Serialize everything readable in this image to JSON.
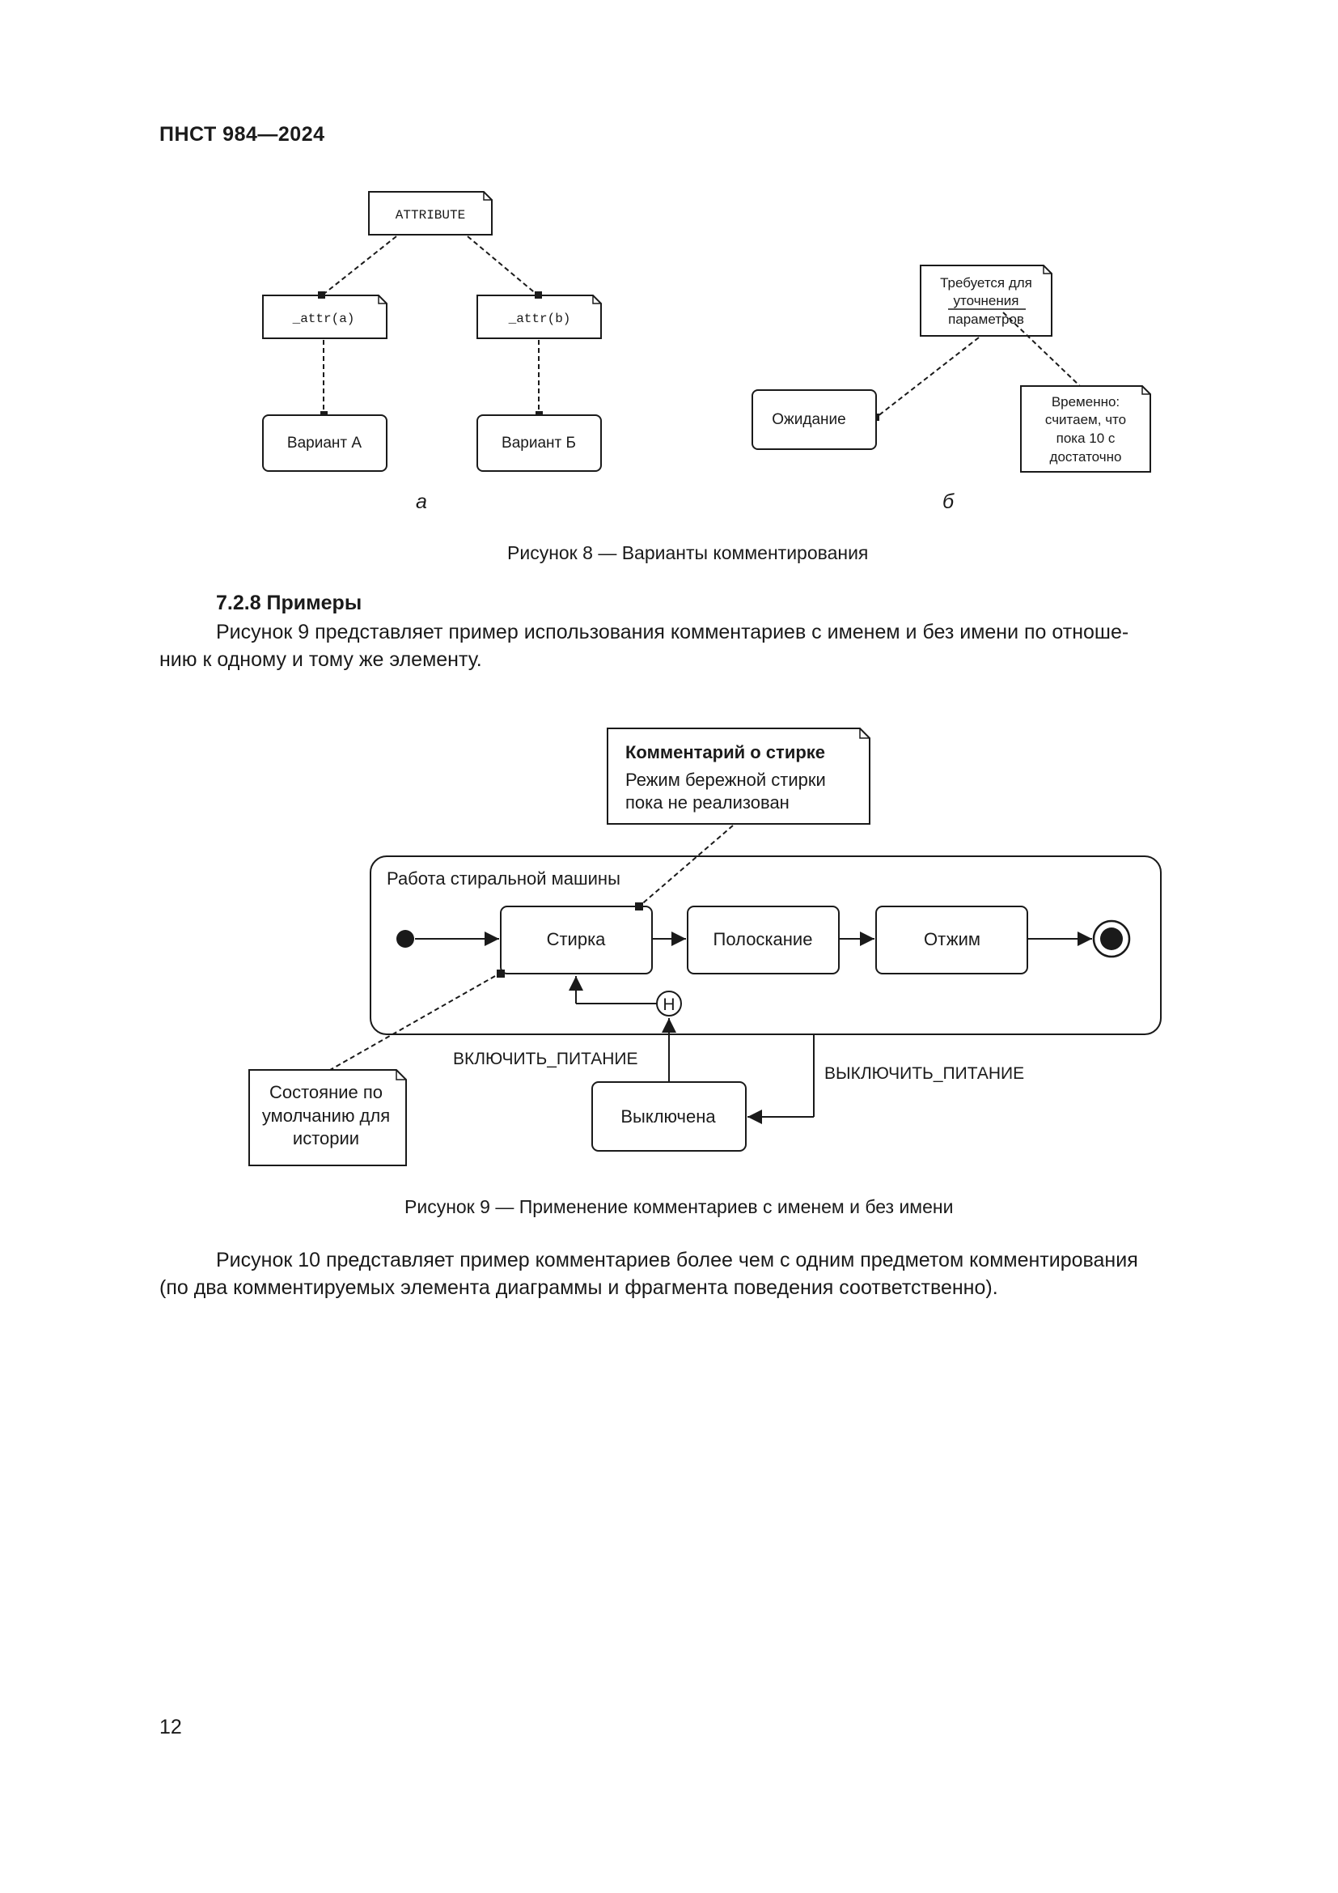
{
  "header": {
    "doc_id": "ПНСТ 984—2024"
  },
  "figure8": {
    "a": {
      "attribute_note": "ATTRIBUTE",
      "attr_a": "_attr(a)",
      "attr_b": "_attr(b)",
      "variant_a": "Вариант А",
      "variant_b": "Вариант Б",
      "label": "а"
    },
    "b": {
      "note1_lines": [
        "Требуется для",
        "уточнения",
        "параметров"
      ],
      "state": "Ожидание",
      "note2_lines": [
        "Временно:",
        "считаем, что",
        "пока 10 с",
        "достаточно"
      ],
      "label": "б"
    },
    "caption": "Рисунок 8 — Варианты комментирования"
  },
  "section": {
    "title": "7.2.8 Примеры",
    "para_lines": [
      "Рисунок 9 представляет пример использования комментариев с именем и без имени по отноше-",
      "нию к одному и тому же элементу."
    ]
  },
  "figure9": {
    "comment_title": "Комментарий о стирке",
    "comment_lines": [
      "Режим бережной стирки",
      "пока не реализован"
    ],
    "region_label": "Работа стиральной машины",
    "state_wash": "Стирка",
    "state_rinse": "Полоскание",
    "state_spin": "Отжим",
    "history_symbol": "H",
    "event_on": "ВКЛЮЧИТЬ_ПИТАНИЕ",
    "event_off": "ВЫКЛЮЧИТЬ_ПИТАНИЕ",
    "state_off": "Выключена",
    "note_lines": [
      "Состояние по",
      "умолчанию для",
      "истории"
    ],
    "caption": "Рисунок 9 — Применение комментариев с именем и без имени"
  },
  "para2_lines": [
    "Рисунок 10 представляет пример комментариев более чем с одним предметом комментирования",
    "(по два комментируемых элемента диаграммы и фрагмента поведения соответственно)."
  ],
  "page_number": "12"
}
